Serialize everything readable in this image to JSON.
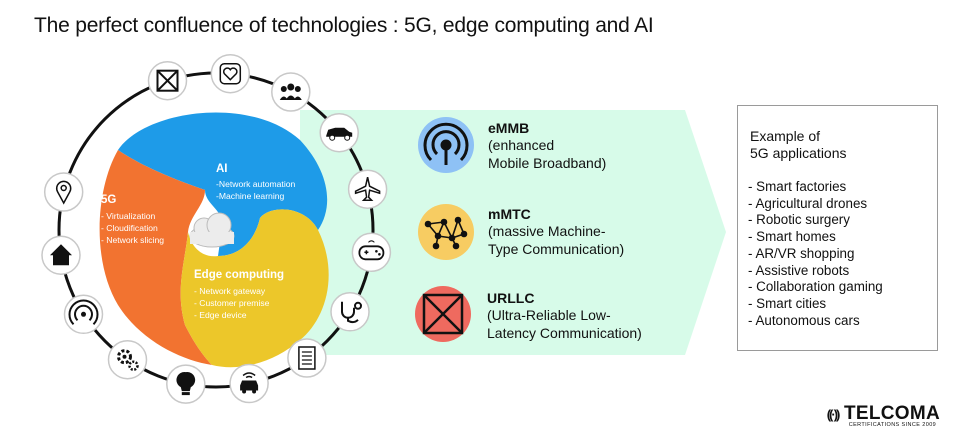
{
  "title": "The perfect confluence of technologies : 5G, edge computing and AI",
  "colors": {
    "ai": "#1e9be8",
    "fiveg": "#f27330",
    "edge": "#ecc72a",
    "arrow": "#d7fbe9",
    "emmb": "#8ec1f5",
    "mmtc": "#f7cc62",
    "urllc": "#ef6a5f"
  },
  "segments": {
    "ai": {
      "title": "AI",
      "items": "-Network automation\n-Machine learning"
    },
    "fiveg": {
      "title": "5G",
      "items": "- Virtualization\n- Cloudification\n- Network slicing"
    },
    "edge": {
      "title": "Edge computing",
      "items": "- Network gateway\n- Customer premise\n- Edge device"
    }
  },
  "ring_icons": [
    "cross-box-icon",
    "heart-icon",
    "people-icon",
    "car-icon",
    "airplane-icon",
    "gamepad-icon",
    "stethoscope-icon",
    "server-icon",
    "connected-car-icon",
    "lightbulb-icon",
    "gears-icon",
    "broadcast-icon",
    "home-icon",
    "location-pin-icon"
  ],
  "technologies": [
    {
      "name": "eMMB",
      "desc": "(enhanced\nMobile Broadband)",
      "icon": "broadcast-icon"
    },
    {
      "name": "mMTC",
      "desc": "(massive Machine-\nType Communication)",
      "icon": "network-nodes-icon"
    },
    {
      "name": "URLLC",
      "desc": "(Ultra-Reliable Low-\nLatency Communication)",
      "icon": "cross-box-icon"
    }
  ],
  "applications": {
    "title": "Example of\n5G applications",
    "items": [
      "- Smart factories",
      "- Agricultural drones",
      "- Robotic surgery",
      "- Smart homes",
      "- AR/VR shopping",
      "- Assistive robots",
      "- Collaboration gaming",
      "- Smart cities",
      "- Autonomous cars"
    ]
  },
  "logo": {
    "name": "TELCOMA",
    "tagline": "CERTIFICATIONS SINCE 2009"
  }
}
